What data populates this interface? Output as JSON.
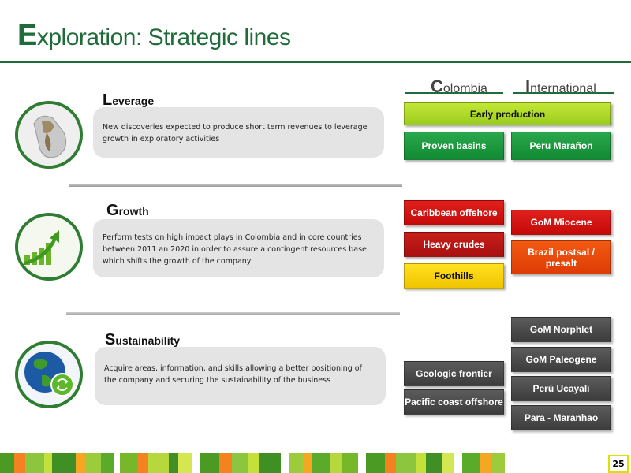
{
  "title": {
    "initial": "E",
    "rest": "xploration: Strategic lines"
  },
  "columns": {
    "colombia": {
      "initial": "C",
      "rest": "olombia"
    },
    "international": {
      "initial": "I",
      "rest": "nternational"
    }
  },
  "sections": [
    {
      "initial": "L",
      "rest": "everage",
      "text": "New discoveries expected to produce short term revenues to leverage growth in exploratory activities"
    },
    {
      "initial": "G",
      "rest": "rowth",
      "text": "Perform tests on high impact plays in Colombia and in core countries between  2011 an 2020 in order to assure a contingent resources base which shifts the growth of the company"
    },
    {
      "initial": "S",
      "rest": "ustainability",
      "text": "Acquire areas, information, and skills allowing a better positioning of the company and securing the sustainability of the business"
    }
  ],
  "boxes": {
    "early_production": "Early production",
    "proven_basins": "Proven basins",
    "peru_maranon": "Peru Marañon",
    "caribbean_offshore": "Caribbean offshore",
    "heavy_crudes": "Heavy crudes",
    "foothills": "Foothills",
    "gom_miocene": "GoM  Miocene",
    "brazil_postsal": "Brazil postsal / presalt",
    "gom_norphlet": "GoM Norphlet",
    "gom_paleogene": "GoM Paleogene",
    "peru_ucayali": "Perú Ucayali",
    "para_maranhao": "Para - Maranhao",
    "geologic_frontier": "Geologic frontier",
    "pacific_coast": "Pacific coast offshore"
  },
  "colors": {
    "brand_green": "#1f6b3a",
    "lime": "#9acd1e",
    "red": "#c40a08",
    "gray": "#3c3c3c"
  },
  "icons": [
    "oil-drop-icon",
    "growth-chart-icon",
    "globe-recycle-icon"
  ],
  "page_number": "25"
}
